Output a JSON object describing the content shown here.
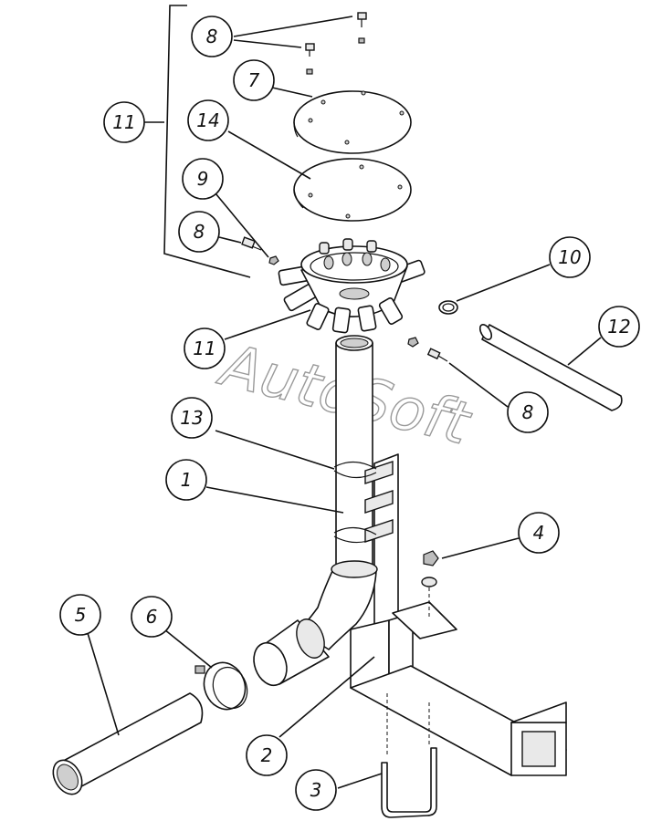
{
  "watermark": "AutoSoft",
  "callouts": [
    {
      "label": "8"
    },
    {
      "label": "7"
    },
    {
      "label": "11"
    },
    {
      "label": "14"
    },
    {
      "label": "9"
    },
    {
      "label": "8"
    },
    {
      "label": "10"
    },
    {
      "label": "12"
    },
    {
      "label": "11"
    },
    {
      "label": "8"
    },
    {
      "label": "13"
    },
    {
      "label": "1"
    },
    {
      "label": "4"
    },
    {
      "label": "5"
    },
    {
      "label": "6"
    },
    {
      "label": "2"
    },
    {
      "label": "3"
    }
  ]
}
